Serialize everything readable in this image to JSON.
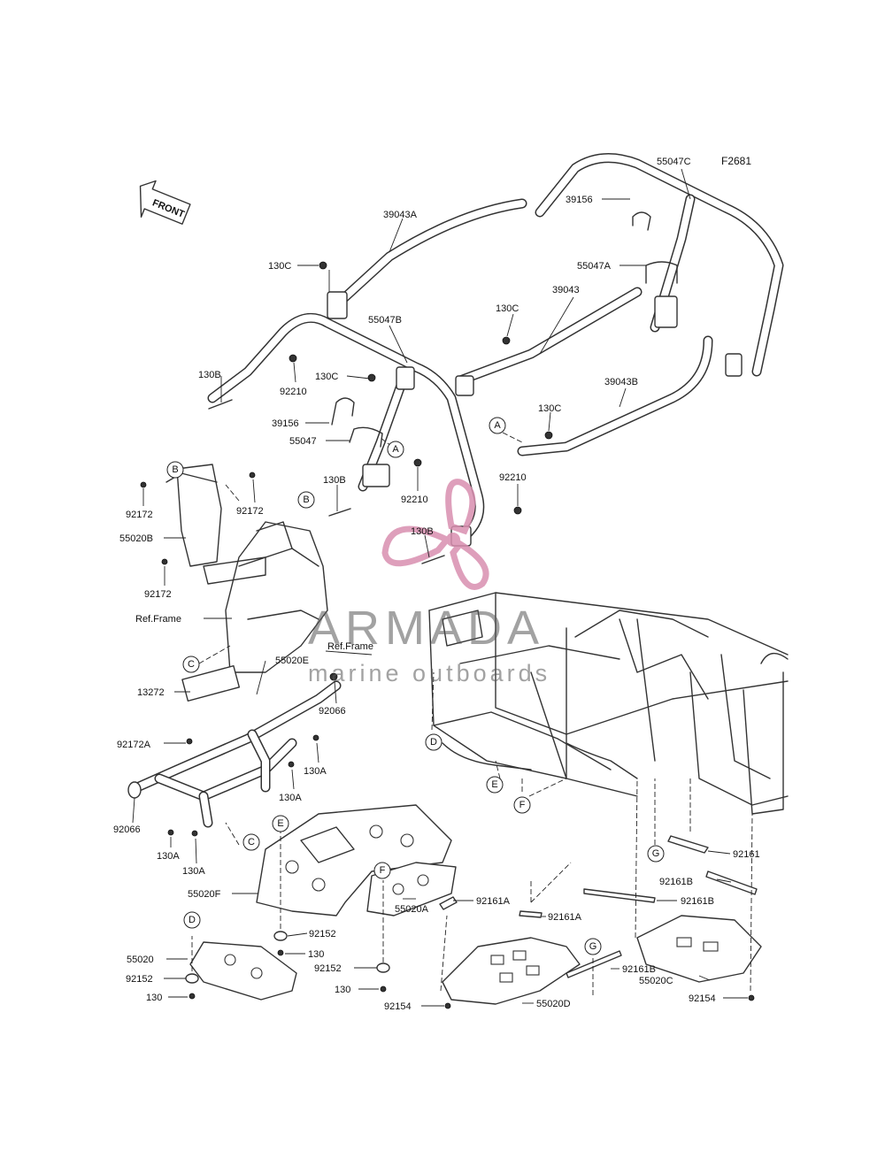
{
  "figure_code": "F2681",
  "front_arrow": "FRONT",
  "watermark": {
    "name": "ARMADA",
    "tagline": "marine outboards",
    "logo_color": "#d98fb0",
    "text_color": "#555555"
  },
  "parts": [
    {
      "label": "39043A"
    },
    {
      "label": "130C"
    },
    {
      "label": "55047B"
    },
    {
      "label": "130C"
    },
    {
      "label": "39043"
    },
    {
      "label": "55047C"
    },
    {
      "label": "39156"
    },
    {
      "label": "55047A"
    },
    {
      "label": "130B"
    },
    {
      "label": "92210"
    },
    {
      "label": "130C"
    },
    {
      "label": "39156"
    },
    {
      "label": "55047"
    },
    {
      "label": "39043B"
    },
    {
      "label": "130C"
    },
    {
      "label": "130B"
    },
    {
      "label": "92210"
    },
    {
      "label": "92210"
    },
    {
      "label": "130B"
    },
    {
      "label": "92172"
    },
    {
      "label": "92172"
    },
    {
      "label": "55020B"
    },
    {
      "label": "92172"
    },
    {
      "label": "Ref.Frame"
    },
    {
      "label": "Ref.Frame"
    },
    {
      "label": "55020E"
    },
    {
      "label": "13272"
    },
    {
      "label": "92066"
    },
    {
      "label": "92172A"
    },
    {
      "label": "130A"
    },
    {
      "label": "130A"
    },
    {
      "label": "92066"
    },
    {
      "label": "130A"
    },
    {
      "label": "130A"
    },
    {
      "label": "55020F"
    },
    {
      "label": "92152"
    },
    {
      "label": "130"
    },
    {
      "label": "55020A"
    },
    {
      "label": "92152"
    },
    {
      "label": "130"
    },
    {
      "label": "55020"
    },
    {
      "label": "92152"
    },
    {
      "label": "130"
    },
    {
      "label": "92161A"
    },
    {
      "label": "92161A"
    },
    {
      "label": "92154"
    },
    {
      "label": "55020D"
    },
    {
      "label": "92161"
    },
    {
      "label": "92161B"
    },
    {
      "label": "92161B"
    },
    {
      "label": "92161B"
    },
    {
      "label": "55020C"
    },
    {
      "label": "92154"
    }
  ],
  "ref_markers": [
    {
      "letter": "B"
    },
    {
      "letter": "B"
    },
    {
      "letter": "A"
    },
    {
      "letter": "A"
    },
    {
      "letter": "C"
    },
    {
      "letter": "C"
    },
    {
      "letter": "D"
    },
    {
      "letter": "D"
    },
    {
      "letter": "E"
    },
    {
      "letter": "E"
    },
    {
      "letter": "F"
    },
    {
      "letter": "F"
    },
    {
      "letter": "G"
    },
    {
      "letter": "G"
    }
  ]
}
